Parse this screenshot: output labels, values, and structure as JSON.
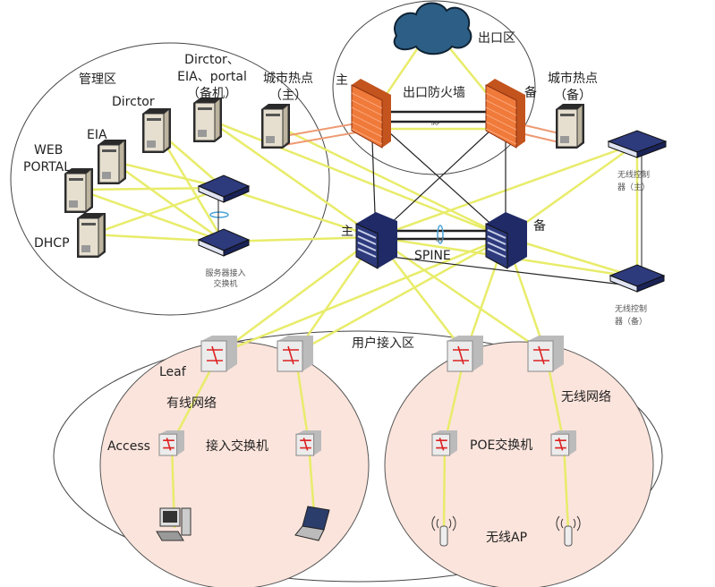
{
  "zones": {
    "management": "管理区",
    "exit": "出口区",
    "user_access": "用户接入区"
  },
  "labels": {
    "director_backup": [
      "Dirctor、",
      "EIA、portal",
      "（备机）"
    ],
    "director": "Dirctor",
    "eia": "EIA",
    "web_portal": [
      "WEB",
      "PORTAL"
    ],
    "dhcp": "DHCP",
    "city_hotspot_main": [
      "城市热点",
      "（主）"
    ],
    "city_hotspot_backup": [
      "城市热点",
      "（备）"
    ],
    "firewall_main": "主",
    "firewall_backup": "备",
    "exit_firewall": "出口防火墙",
    "spine_main": "主",
    "spine_backup": "备",
    "spine": "SPINE",
    "irf": "IRF",
    "wireless_controller_main": [
      "无线控制",
      "器（主）"
    ],
    "wireless_controller_backup": [
      "无线控制",
      "器（备）"
    ],
    "server_access_switch": [
      "服务器接入",
      "交换机"
    ],
    "leaf": "Leaf",
    "wired_network": "有线网络",
    "access": "Access",
    "access_switch": "接入交换机",
    "wireless_network": "无线网络",
    "poe_switch": "POE交换机",
    "wireless_ap": "无线AP"
  },
  "colors": {
    "link_yellow": "#e8ec6a",
    "link_orange": "#ee9a72",
    "device_blue": "#2d3a7c",
    "firewall_orange": "#f07a3a",
    "zone_fill": "#fbe4dc"
  }
}
